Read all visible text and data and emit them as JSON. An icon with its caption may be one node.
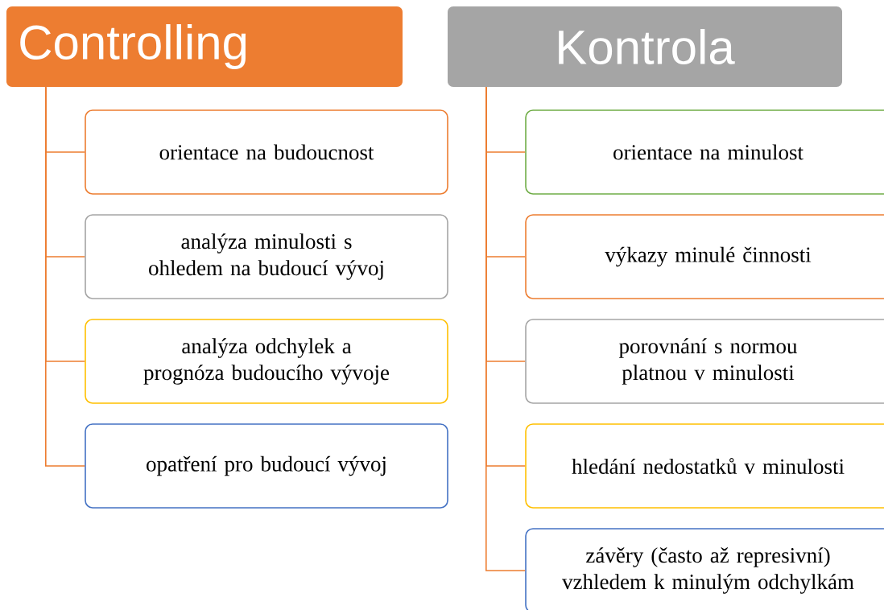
{
  "diagram": {
    "nodes": [
      {
        "text": [
          "Controlling"
        ]
      },
      {
        "text": [
          "orientace na budoucnost"
        ]
      },
      {
        "text": [
          "analýza minulosti s ohledem na budoucí vývoj"
        ]
      },
      {
        "text": [
          "analýza odchylek a prognóza budoucího vývoje"
        ]
      },
      {
        "text": [
          "opatření pro budoucí vývoj"
        ]
      },
      {
        "text": [
          "Kontrola"
        ]
      },
      {
        "text": [
          "orientace na minulost"
        ]
      },
      {
        "text": [
          "výkazy minulé činnosti"
        ]
      },
      {
        "text": [
          "porovnání s normou platnou v minulosti"
        ]
      },
      {
        "text": [
          "hledání nedostatků v minulosti"
        ]
      },
      {
        "text": [
          "závěry (často až represivní) vzhledem k minulým odchylkám"
        ]
      }
    ],
    "edges": [
      {
        "from": 0,
        "to": 1,
        "arrow": "none"
      },
      {
        "from": 0,
        "to": 2,
        "arrow": "none"
      },
      {
        "from": 0,
        "to": 3,
        "arrow": "none"
      },
      {
        "from": 0,
        "to": 4,
        "arrow": "none"
      },
      {
        "from": 5,
        "to": 6,
        "arrow": "none"
      },
      {
        "from": 5,
        "to": 7,
        "arrow": "none"
      },
      {
        "from": 5,
        "to": 8,
        "arrow": "none"
      },
      {
        "from": 5,
        "to": 9,
        "arrow": "none"
      },
      {
        "from": 5,
        "to": 10,
        "arrow": "none"
      }
    ]
  }
}
